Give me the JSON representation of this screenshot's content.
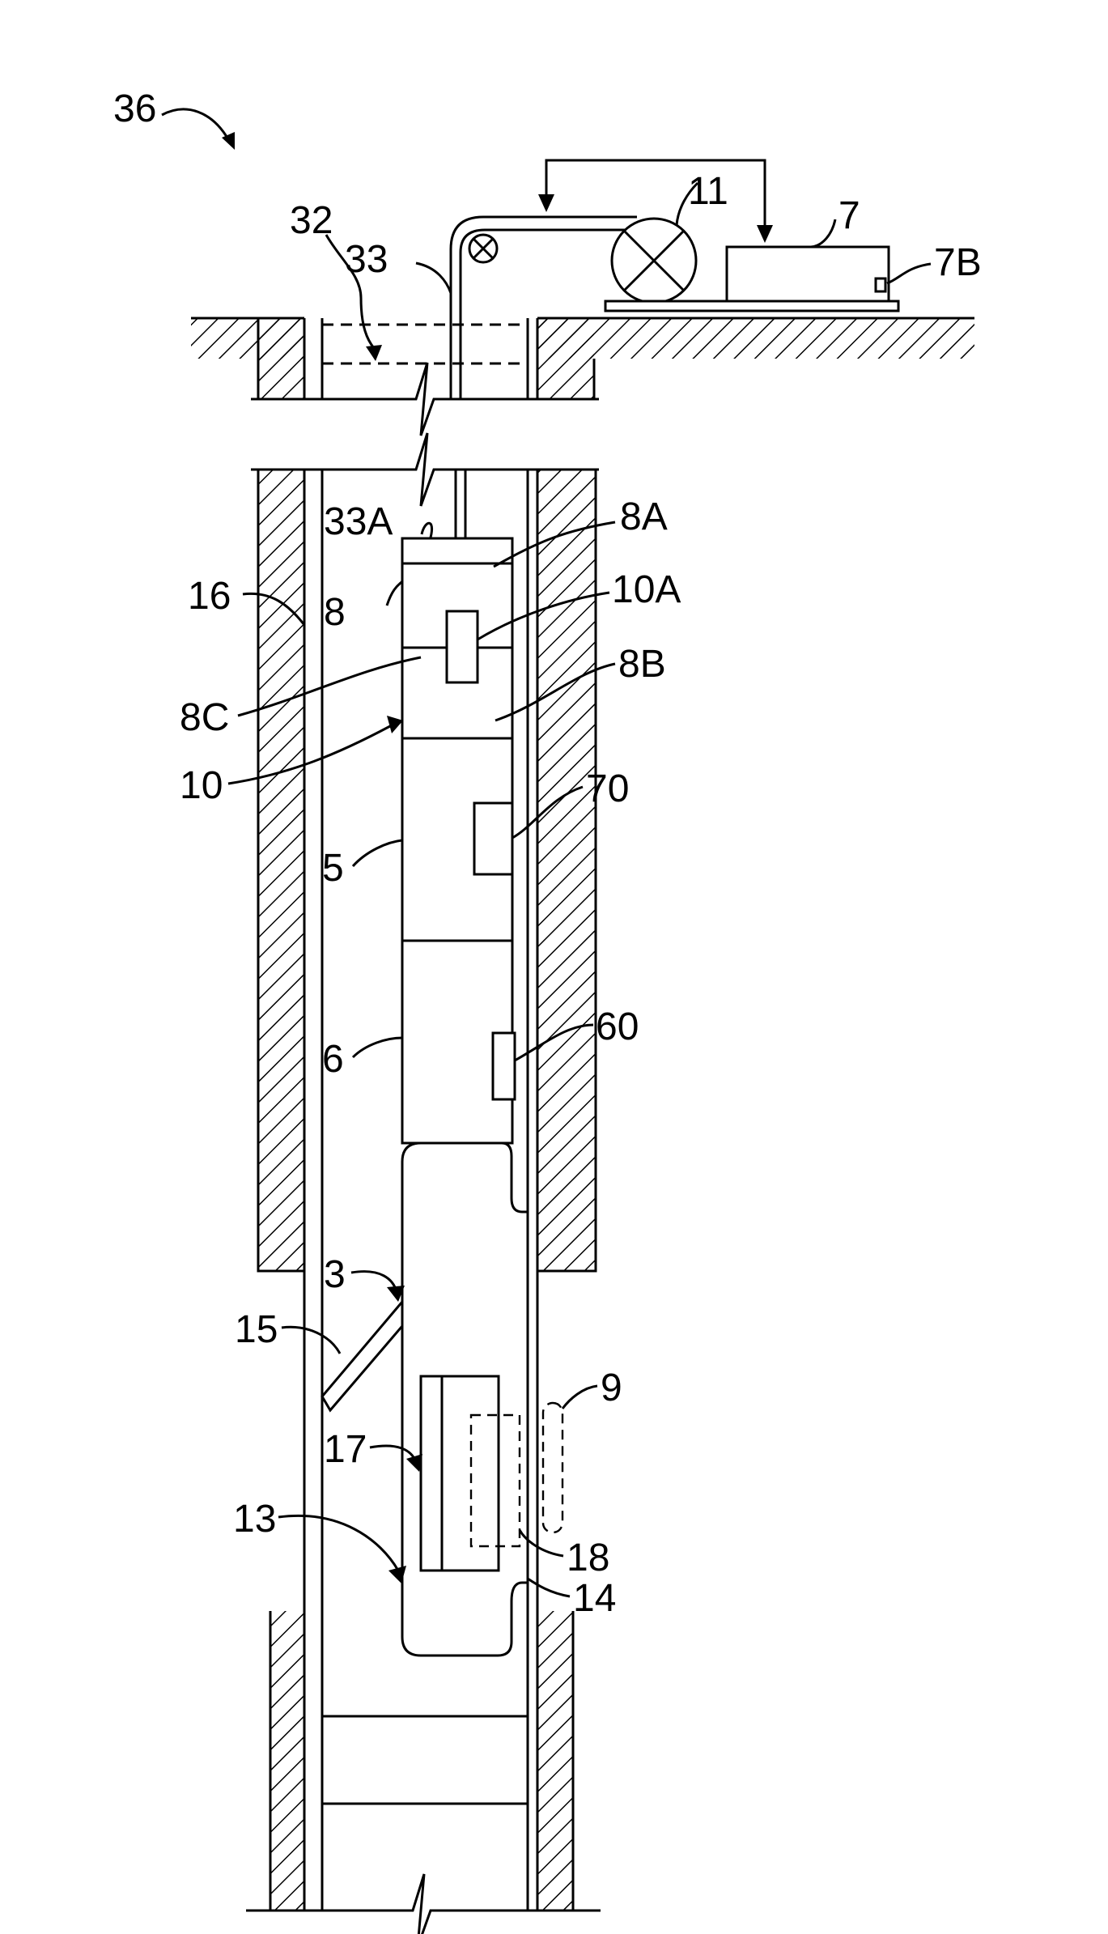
{
  "diagram": {
    "colors": {
      "line": "#000000",
      "background": "#ffffff"
    },
    "labels": {
      "system": "36",
      "surface_line": "32",
      "cable": "33",
      "spool": "11",
      "surface_unit": "7",
      "surface_unit_module": "7B",
      "cable_head": "33A",
      "module_top": "8A",
      "tool_body": "8",
      "module_component": "10A",
      "formation_wall": "16",
      "module_lower": "8B",
      "module_mid": "8C",
      "tool_string": "10",
      "section_5_sensor": "70",
      "section_5": "5",
      "section_6_sensor": "60",
      "section_6": "6",
      "packer_device": "3",
      "arm": "15",
      "sensor_optional": "9",
      "pad_assembly": "17",
      "pad_element": "18",
      "probe_body": "13",
      "port": "14"
    }
  }
}
